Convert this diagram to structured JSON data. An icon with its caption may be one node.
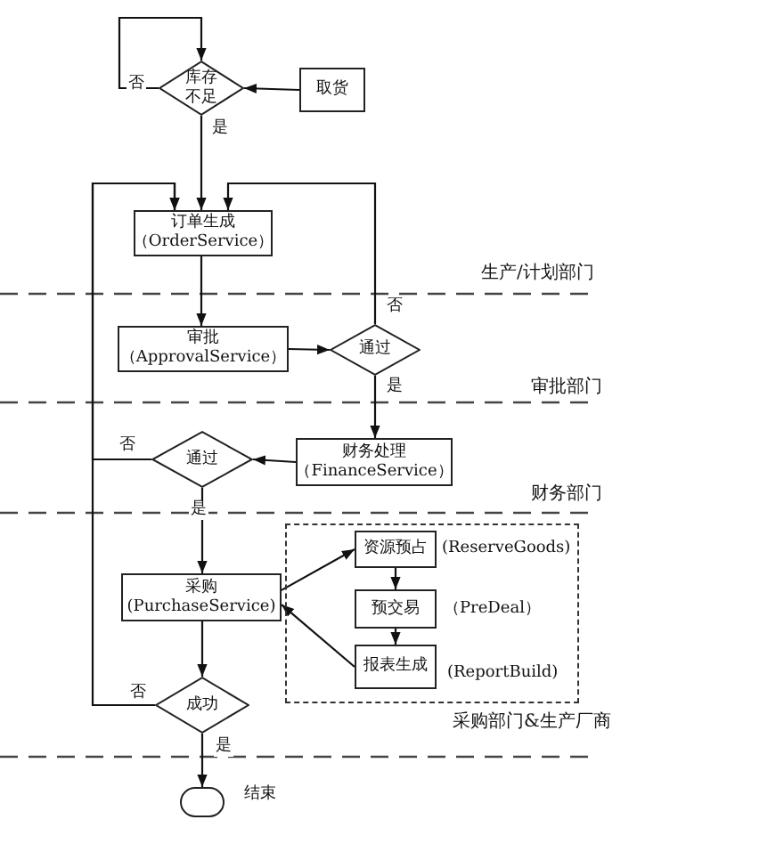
{
  "diagram": {
    "nodes": [
      {
        "text": [
          "库存不足"
        ]
      },
      {
        "text": [
          "取货"
        ]
      },
      {
        "text": [
          "订单生成（OrderService）"
        ]
      },
      {
        "text": [
          "审批（ApprovalService）"
        ]
      },
      {
        "text": [
          "通过"
        ]
      },
      {
        "text": [
          "财务处理（FinanceService）"
        ]
      },
      {
        "text": [
          "通过"
        ]
      },
      {
        "text": [],
        "shape": "box"
      },
      {
        "text": [
          "采购 (PurchaseService)"
        ]
      },
      {
        "text": [
          "资源预占"
        ],
        "in": 7,
        "beside": [
          "(ReserveGoods)"
        ]
      },
      {
        "text": [
          "预交易"
        ],
        "in": 7,
        "beside": [
          "（PreDeal）"
        ]
      },
      {
        "text": [
          "报表生成"
        ],
        "in": 7,
        "beside": [
          "(ReportBuild)"
        ]
      },
      {
        "text": [
          "成功"
        ]
      },
      {
        "text": [],
        "shape": "terminal",
        "beside": [
          "结束"
        ]
      }
    ],
    "edges": [
      {
        "from": 0,
        "to": 0,
        "arrow": "to",
        "label": "否"
      },
      {
        "from": 1,
        "to": 0,
        "arrow": "to"
      },
      {
        "from": 0,
        "to": 2,
        "arrow": "to",
        "label": "是"
      },
      {
        "from": 2,
        "to": 3,
        "arrow": "to"
      },
      {
        "from": 3,
        "to": 4,
        "arrow": "to"
      },
      {
        "from": 4,
        "to": 2,
        "arrow": "to",
        "label": "否"
      },
      {
        "from": 4,
        "to": 5,
        "arrow": "to",
        "label": "是"
      },
      {
        "from": 5,
        "to": 6,
        "arrow": "to"
      },
      {
        "from": 6,
        "to": 8,
        "arrow": "to",
        "label": "是"
      },
      {
        "from": 6,
        "to": 2,
        "arrow": "to",
        "label": "否"
      },
      {
        "from": 8,
        "to": 9,
        "arrow": "to"
      },
      {
        "from": 9,
        "to": 10,
        "arrow": "to"
      },
      {
        "from": 10,
        "to": 11,
        "arrow": "to"
      },
      {
        "from": 11,
        "to": 8,
        "arrow": "to"
      },
      {
        "from": 8,
        "to": 12,
        "arrow": "to"
      },
      {
        "from": 12,
        "to": 2,
        "arrow": "to",
        "label": "否"
      },
      {
        "from": 12,
        "to": 13,
        "arrow": "to",
        "label": "是"
      }
    ],
    "labels": [
      "生产/计划部门",
      "审批部门",
      "财务部门",
      "采购部门&生产厂商"
    ]
  }
}
